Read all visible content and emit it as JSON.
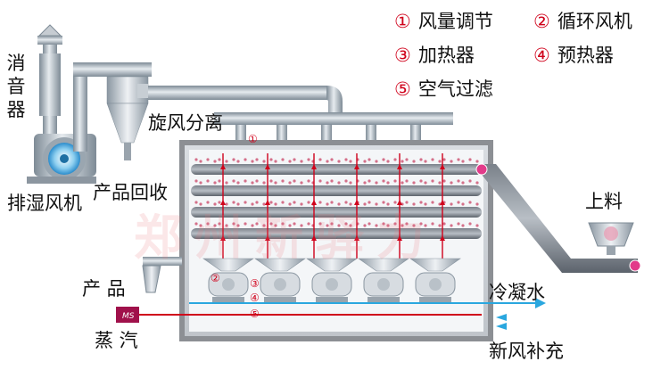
{
  "legend": [
    {
      "num": "①",
      "text": "风量调节"
    },
    {
      "num": "②",
      "text": "循环风机"
    },
    {
      "num": "③",
      "text": "加热器"
    },
    {
      "num": "④",
      "text": "预热器"
    },
    {
      "num": "⑤",
      "text": "空气过滤"
    }
  ],
  "labels": {
    "silencer": "消音器",
    "cyclone": "旋风分离",
    "recovery": "产品回收",
    "exhaust_fan": "排湿风机",
    "feed": "上料",
    "product": "产 品",
    "steam": "蒸 汽",
    "condensate": "冷凝水",
    "fresh_air": "新风补充",
    "steam_trap": "MS"
  },
  "markers": {
    "damper": "①",
    "fan": "②",
    "heater": "③",
    "preheater": "④",
    "filter": "⑤"
  },
  "watermark": "郑州新驿力",
  "colors": {
    "pipe": "#a9b4be",
    "housing": "#8c8f94",
    "belt": "#5f6670",
    "arrow_red": "#d0021b",
    "arrow_blue": "#2aa7df",
    "product_dots": "#d4708a",
    "fan_blue": "#3ba6dd",
    "marker_red": "#d0021b"
  }
}
